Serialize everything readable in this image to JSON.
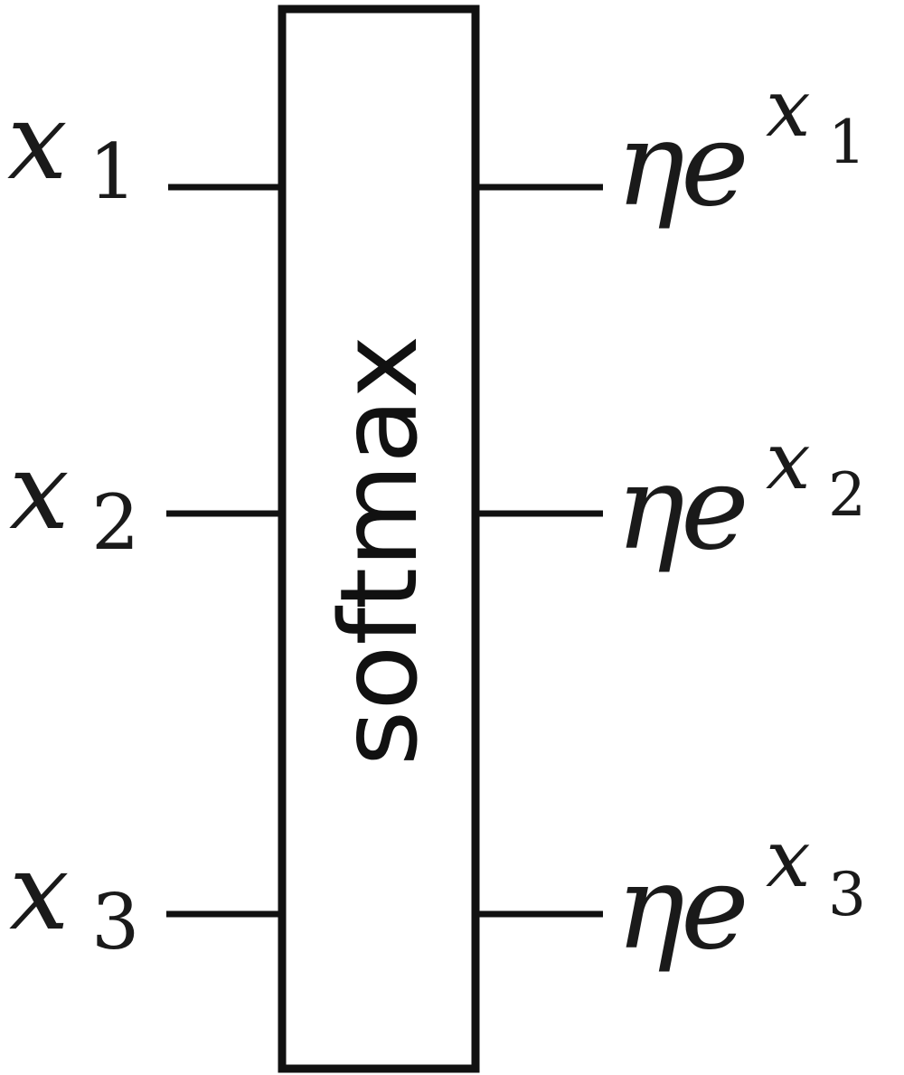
{
  "box": {
    "label": "softmax"
  },
  "inputs": [
    {
      "var": "x",
      "sub": "1"
    },
    {
      "var": "x",
      "sub": "2"
    },
    {
      "var": "x",
      "sub": "3"
    }
  ],
  "outputs": [
    {
      "coef": "η",
      "base": "e",
      "exp_var": "x",
      "exp_sub": "1"
    },
    {
      "coef": "η",
      "base": "e",
      "exp_var": "x",
      "exp_sub": "2"
    },
    {
      "coef": "η",
      "base": "e",
      "exp_var": "x",
      "exp_sub": "3"
    }
  ]
}
